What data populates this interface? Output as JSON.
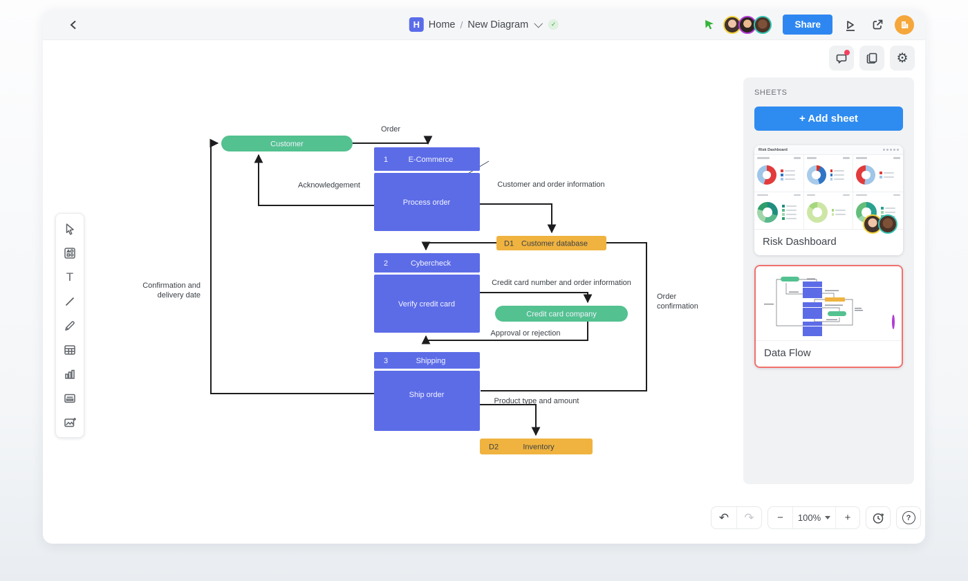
{
  "topbar": {
    "logo_letter": "H",
    "breadcrumb": {
      "home": "Home",
      "separator": "/",
      "current": "New Diagram"
    },
    "saved_check_glyph": "✓",
    "share_label": "Share",
    "avatars": [
      {
        "ring": "#f3d43d"
      },
      {
        "ring": "#b13bd6"
      },
      {
        "ring": "#35c4b5"
      }
    ]
  },
  "canvas_actions": {
    "comments_icon": "comment-bubble",
    "documents_icon": "pages",
    "settings_icon": "gear",
    "gear_glyph": "⚙"
  },
  "tools": {
    "items": [
      "select",
      "shape-library",
      "text",
      "line",
      "pen",
      "table",
      "chart",
      "note",
      "insert-image"
    ],
    "text_glyph": "T"
  },
  "diagram": {
    "nodes": {
      "customer": "Customer",
      "ecommerce_num": "1",
      "ecommerce_title": "E-Commerce",
      "ecommerce_body": "Process order",
      "cybercheck_num": "2",
      "cybercheck_title": "Cybercheck",
      "cybercheck_body": "Verify credit card",
      "shipping_num": "3",
      "shipping_title": "Shipping",
      "shipping_body": "Ship order",
      "d1_id": "D1",
      "d1_label": "Customer database",
      "d2_id": "D2",
      "d2_label": "Inventory",
      "credit_card_company": "Credit card company"
    },
    "edge_labels": {
      "order": "Order",
      "acknowledgement": "Acknowledgement",
      "customer_order_info": "Customer and order information",
      "cc_number_info": "Credit card number and order information",
      "approval": "Approval or rejection",
      "product_type": "Product type and amount",
      "confirmation_l1": "Confirmation and",
      "confirmation_l2": "delivery date",
      "order_conf_l1": "Order",
      "order_conf_l2": "confirmation"
    },
    "colors": {
      "process_blue": "#5c6ce7",
      "entity_green": "#53c190",
      "store_orange": "#f0b33f",
      "connector": "#1d1d1f"
    }
  },
  "sheets_panel": {
    "title": "SHEETS",
    "add_button": "+ Add sheet",
    "cards": [
      {
        "label": "Risk Dashboard",
        "thumb_title": "Risk Dashboard"
      },
      {
        "label": "Data Flow"
      }
    ],
    "selected_border": "#f2706b"
  },
  "footer": {
    "undo_glyph": "↶",
    "redo_glyph": "↷",
    "zoom_out": "−",
    "zoom_level": "100%",
    "zoom_in": "+",
    "help_glyph": "?"
  }
}
